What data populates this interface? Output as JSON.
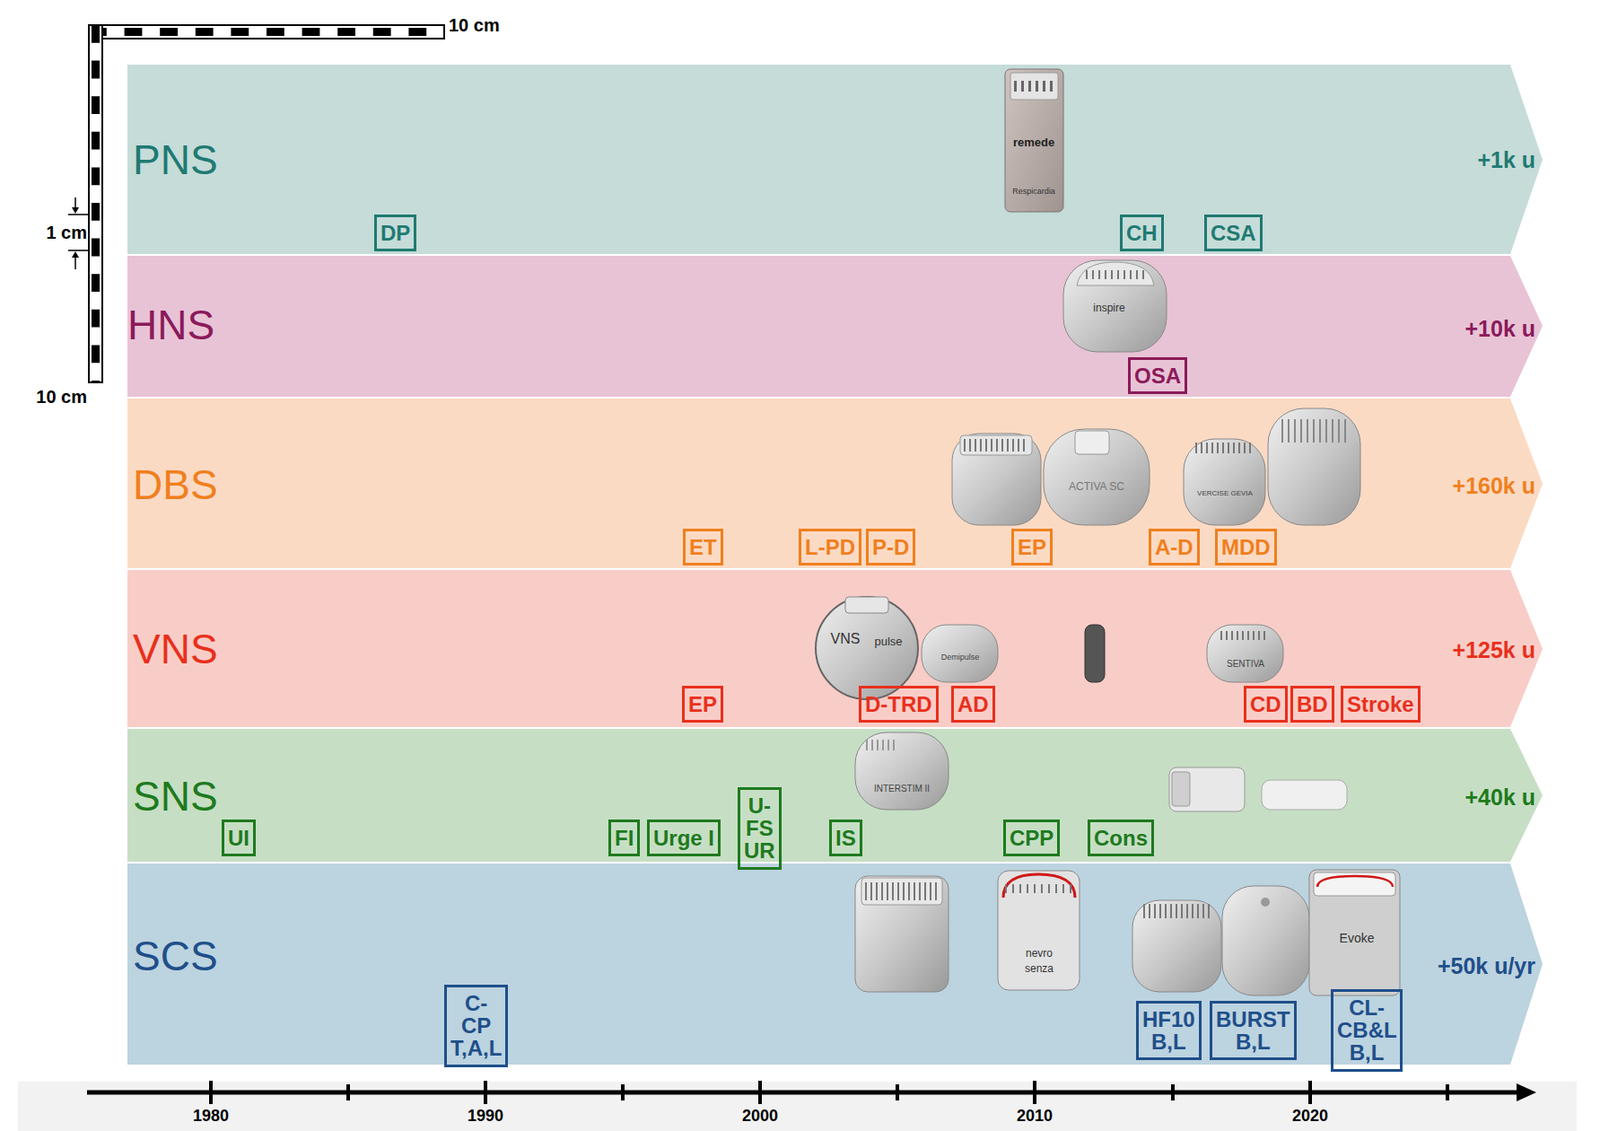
{
  "diagram": {
    "nodes": [
      {
        "text": [
          "PNS",
          "+1k u"
        ]
      },
      {
        "text": [
          "DP"
        ],
        "in": 0
      },
      {
        "text": [
          "CH"
        ],
        "in": 0
      },
      {
        "text": [
          "CSA"
        ],
        "in": 0
      },
      {
        "text": [
          "HNS",
          "+10k u"
        ]
      },
      {
        "text": [
          "OSA"
        ],
        "in": 4
      },
      {
        "text": [
          "DBS",
          "+160k u"
        ]
      },
      {
        "text": [
          "ET"
        ],
        "in": 6
      },
      {
        "text": [
          "L-PD"
        ],
        "in": 6
      },
      {
        "text": [
          "P-D"
        ],
        "in": 6
      },
      {
        "text": [
          "EP"
        ],
        "in": 6
      },
      {
        "text": [
          "A-D"
        ],
        "in": 6
      },
      {
        "text": [
          "MDD"
        ],
        "in": 6
      },
      {
        "text": [
          "VNS",
          "+125k u"
        ]
      },
      {
        "text": [
          "EP"
        ],
        "in": 13
      },
      {
        "text": [
          "D-TRD"
        ],
        "in": 13
      },
      {
        "text": [
          "AD"
        ],
        "in": 13
      },
      {
        "text": [
          "CD"
        ],
        "in": 13
      },
      {
        "text": [
          "BD"
        ],
        "in": 13
      },
      {
        "text": [
          "Stroke"
        ],
        "in": 13
      },
      {
        "text": [
          "SNS",
          "+40k u"
        ]
      },
      {
        "text": [
          "UI"
        ],
        "in": 20
      },
      {
        "text": [
          "FI"
        ],
        "in": 20
      },
      {
        "text": [
          "Urge I"
        ],
        "in": 20
      },
      {
        "text": [
          "U-FS UR"
        ],
        "in": 20
      },
      {
        "text": [
          "IS"
        ],
        "in": 20
      },
      {
        "text": [
          "CPP"
        ],
        "in": 20
      },
      {
        "text": [
          "Cons"
        ],
        "in": 20
      },
      {
        "text": [
          "SCS",
          "+50k u/yr"
        ]
      },
      {
        "text": [
          "C-CP T,A,L"
        ],
        "in": 28
      },
      {
        "text": [
          "HF10 B,L"
        ],
        "in": 28
      },
      {
        "text": [
          "BURST B,L"
        ],
        "in": 28
      },
      {
        "text": [
          "CL-CB&L B,L"
        ],
        "in": 28
      }
    ],
    "labels": [
      "10 cm",
      "1 cm",
      "10 cm",
      "1980",
      "1990",
      "2000",
      "2010",
      "2020",
      "remede",
      "Respicardia",
      "inspire",
      "ACTIVA SC",
      "VERCISE GEVIA",
      "VNS",
      "pulse",
      "Demipulse",
      "SENTIVA",
      "INTERSTIM II",
      "nevro",
      "senza",
      "Evoke"
    ]
  }
}
